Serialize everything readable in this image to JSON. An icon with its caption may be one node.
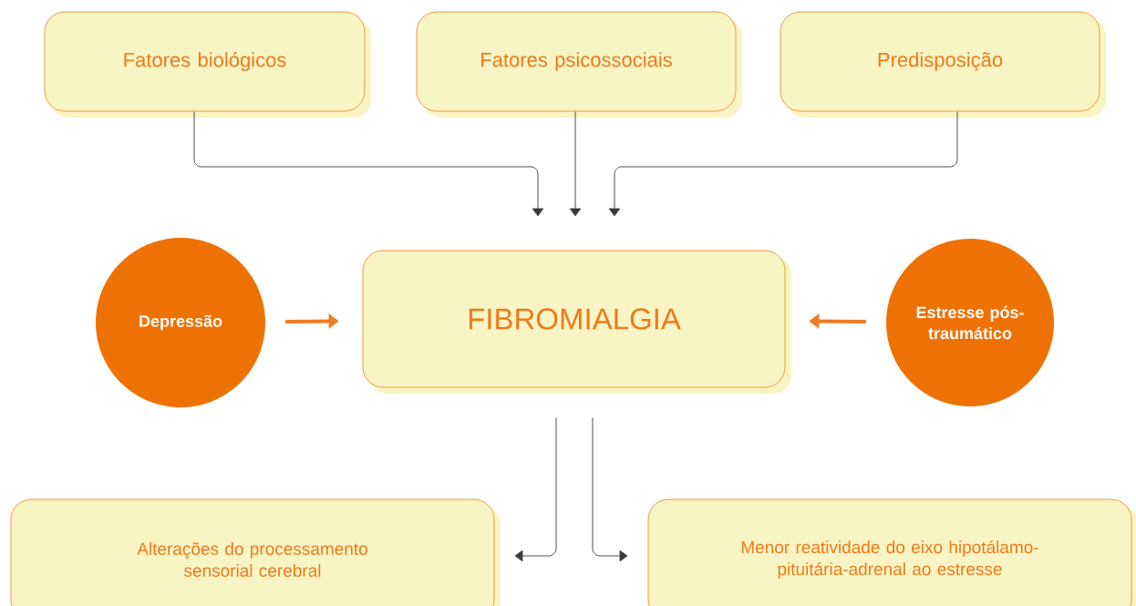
{
  "diagram": {
    "nodes": [
      {
        "text": [
          "Fatores biológicos"
        ]
      },
      {
        "text": [
          "Fatores psicossociais"
        ]
      },
      {
        "text": [
          "Predisposição"
        ]
      },
      {
        "text": [
          "Depressão"
        ]
      },
      {
        "text": [
          "FIBROMIALGIA"
        ]
      },
      {
        "text": [
          "Estresse pós-traumático"
        ]
      },
      {
        "text": [
          "Alterações do processamento sensorial cerebral"
        ]
      },
      {
        "text": [
          "Menor reatividade do eixo hipotálamo-pituitária-adrenal ao estresse"
        ]
      }
    ],
    "edges": [
      {
        "from": 0,
        "to": 4,
        "arrow": "to"
      },
      {
        "from": 1,
        "to": 4,
        "arrow": "to"
      },
      {
        "from": 2,
        "to": 4,
        "arrow": "to"
      },
      {
        "from": 3,
        "to": 4,
        "arrow": "to",
        "style": "thick",
        "color": "#ef7b22"
      },
      {
        "from": 5,
        "to": 4,
        "arrow": "to",
        "style": "thick",
        "color": "#ef7b22"
      },
      {
        "from": 4,
        "to": 6,
        "arrow": "to"
      },
      {
        "from": 4,
        "to": 7,
        "arrow": "to"
      }
    ]
  }
}
